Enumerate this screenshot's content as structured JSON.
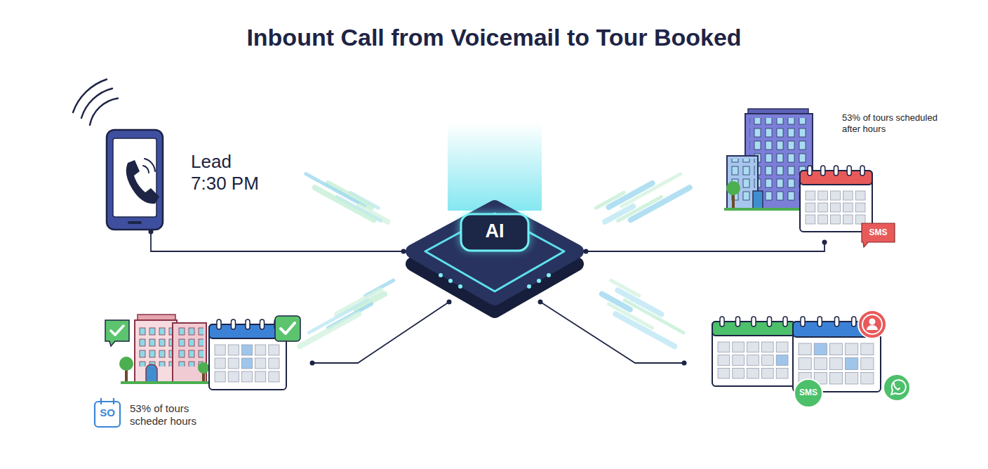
{
  "diagram": {
    "title": "Inbount Call from Voicemail to Tour Booked",
    "nodes": [
      {
        "text": [
          "Lead 7:30 PM"
        ]
      },
      {
        "text": [
          "AI"
        ]
      },
      {
        "text": [
          "53% of tours scheduled after hours",
          "SMS"
        ]
      },
      {
        "text": [
          "SO",
          "53% of tours scheder hours"
        ]
      },
      {
        "text": [
          "SMS"
        ]
      }
    ],
    "edges": [
      {
        "from": 0,
        "to": 1,
        "arrow": "none"
      },
      {
        "from": 1,
        "to": 2,
        "arrow": "none"
      },
      {
        "from": 1,
        "to": 3,
        "arrow": "none"
      },
      {
        "from": 1,
        "to": 4,
        "arrow": "none"
      }
    ]
  }
}
